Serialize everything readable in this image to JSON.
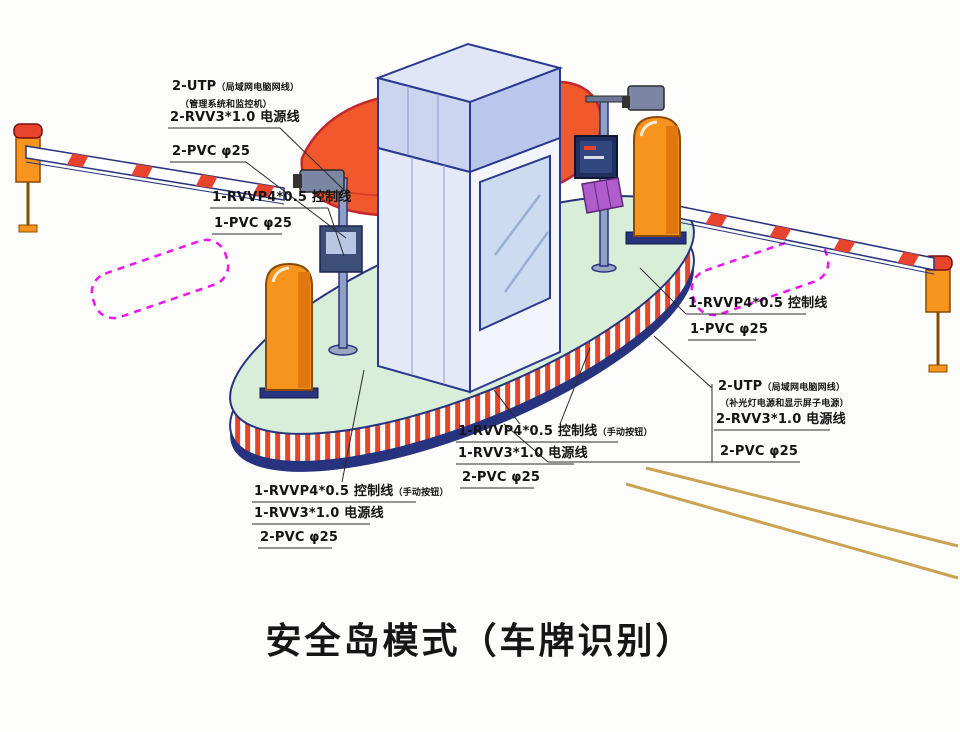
{
  "title": "安全岛模式（车牌识别）",
  "labels": {
    "top_left": {
      "l1": "2-UTP",
      "l1_small": "（局域网电脑网线）",
      "l2_small": "（管理系统和监控机）",
      "l3": "2-RVV3*1.0 电源线",
      "l4": "2-PVC φ25"
    },
    "left_mid": {
      "l1": "1-RVVP4*0.5 控制线",
      "l2": "1-PVC φ25"
    },
    "right_mid": {
      "l1": "1-RVVP4*0.5 控制线",
      "l2": "1-PVC φ25"
    },
    "right_low": {
      "l1": "2-UTP",
      "l1_small": "（局域网电脑网线）",
      "l2_small": "（补光灯电源和显示屏子电源）",
      "l3": "2-RVV3*1.0 电源线",
      "l4": "2-PVC φ25"
    },
    "center": {
      "l1": "1-RVVP4*0.5 控制线",
      "l1_small": "（手动按钮）",
      "l2": "1-RVV3*1.0 电源线",
      "l3": "2-PVC φ25"
    },
    "left_low": {
      "l1": "1-RVVP4*0.5 控制线",
      "l1_small": "（手动按钮）",
      "l2": "1-RVV3*1.0 电源线",
      "l3": "2-PVC φ25"
    }
  },
  "colors": {
    "cabinet_orange": "#f7941d",
    "canopy_orange": "#f1582b",
    "island_green": "#d8eed8",
    "stripe_red": "#e8432c",
    "outline_blue": "#2b3990",
    "loop_magenta": "#f012f0",
    "ground_line_tan": "#c9a352"
  },
  "icons": {
    "camera": "camera-icon",
    "led_display": "led-display-icon",
    "fill_light": "fill-light-icon"
  }
}
